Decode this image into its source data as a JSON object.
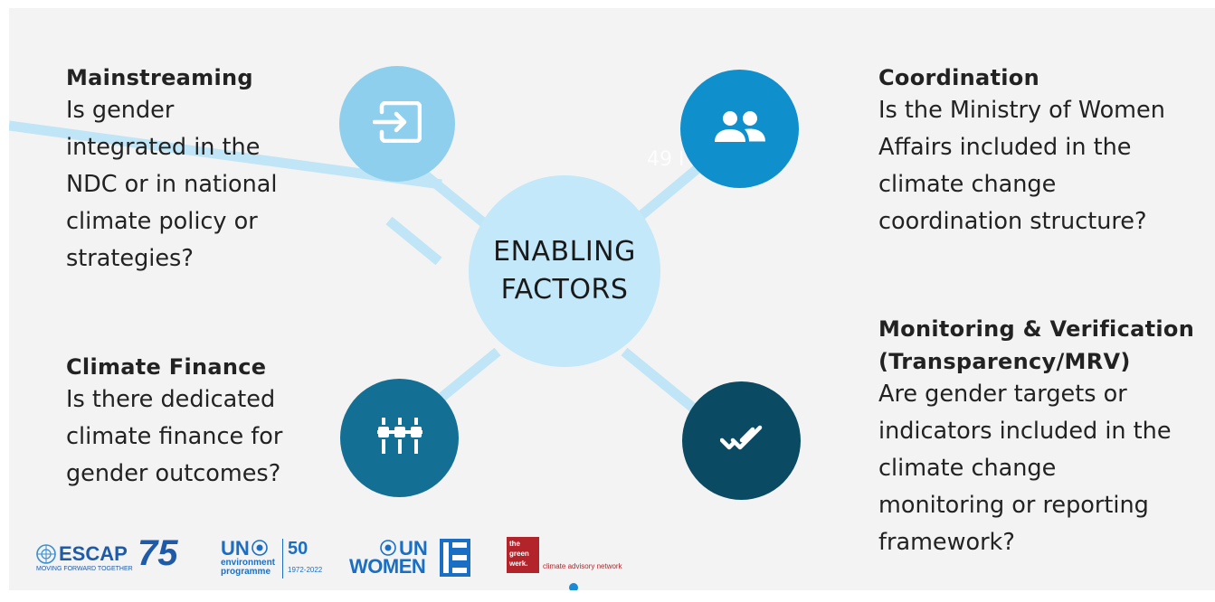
{
  "center": {
    "line1": "ENABLING",
    "line2": "FACTORS"
  },
  "slide_number": "49 I",
  "factors": [
    {
      "title": "Mainstreaming",
      "body": [
        "Is gender",
        "integrated in the",
        "NDC or in national",
        "climate policy or",
        "strategies?"
      ],
      "icon": "input-arrow-icon",
      "color": "#8fcfee"
    },
    {
      "title": "Coordination",
      "body": [
        "Is the Ministry of Women",
        "Affairs included in the",
        "climate change",
        "coordination structure?"
      ],
      "icon": "people-group-icon",
      "color": "#0f8fcc"
    },
    {
      "title": "Climate Finance",
      "body": [
        "Is there dedicated",
        "climate finance for",
        "gender outcomes?"
      ],
      "icon": "plug-connectors-icon",
      "color": "#146f95"
    },
    {
      "title": "Monitoring & Verification",
      "subtitle": "(Transparency/MRV)",
      "body": [
        "Are gender targets or",
        "indicators included in the",
        "climate change",
        "monitoring or reporting",
        "framework?"
      ],
      "icon": "double-check-icon",
      "color": "#0a4a63"
    }
  ],
  "colors": {
    "center": "#c3e8f9",
    "connector": "#bfe5f6"
  },
  "logos": {
    "escap": {
      "name": "ESCAP",
      "number": "75",
      "tagline": "MOVING FORWARD TOGETHER"
    },
    "unep": {
      "un": "UN",
      "line1": "environment",
      "line2": "programme",
      "fifty": "50",
      "years": "1972-2022"
    },
    "unwomen": {
      "line1": "UN",
      "line2": "WOMEN"
    },
    "greenwerk": {
      "line1": "the",
      "line2": "green",
      "line3": "werk.",
      "network": "climate advisory network"
    }
  }
}
